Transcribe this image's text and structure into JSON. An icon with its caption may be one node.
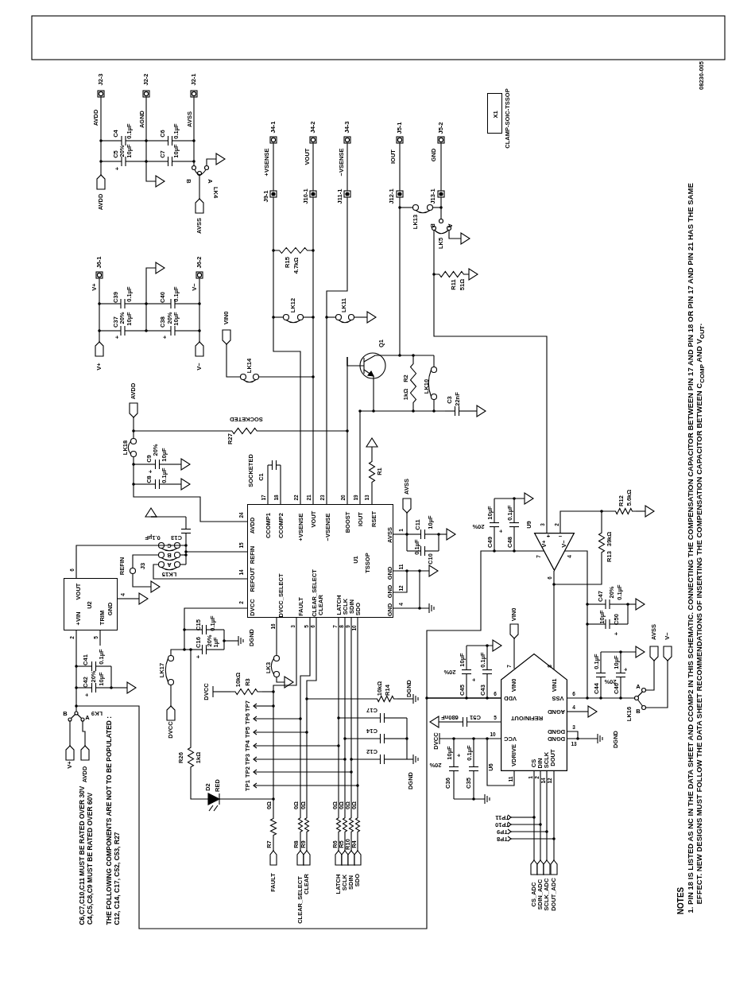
{
  "diagram": {
    "nodes": [
      {
        "text": [
          "AVDD",
          "CCOMP1",
          "CCOMP2",
          "+VSENSE",
          "VOUT",
          "−VSENSE",
          "BOOST",
          "IOUT",
          "RSET",
          "AVSS",
          "REFIN",
          "REFOUT",
          "DVCC",
          "DVCC_SELECT",
          "FAULT",
          "CLEAR_SELECT",
          "CLEAR",
          "LATCH",
          "SCLK",
          "SDIN",
          "SDO",
          "GND",
          "GND",
          "GND",
          "U1",
          "TSSOP"
        ]
      },
      {
        "text": [
          "VOUT",
          "+VIN",
          "U2",
          "TRIM",
          "GND"
        ]
      },
      {
        "text": [
          "V+",
          "V−",
          "+",
          "−"
        ],
        "beside": [
          "U9"
        ]
      },
      {
        "text": [
          "VIN0",
          "VIN1",
          "VDD",
          "REFIN/OUT",
          "VCC",
          "VDRIVE",
          "CS",
          "DIN",
          "SCLK",
          "DOUT",
          "VSS",
          "AGND",
          "DGND",
          "DGND"
        ],
        "beside": [
          "U6"
        ]
      },
      {
        "text": [
          "X1"
        ],
        "beside": [
          "CLAMP-SOIC-TSSOP"
        ]
      }
    ],
    "edges": [
      {
        "from": 2,
        "to": 3,
        "arrow": "none"
      },
      {
        "from": 2,
        "to": 3,
        "arrow": "none"
      },
      {
        "from": 2,
        "to": 3,
        "arrow": "none"
      },
      {
        "from": 1,
        "to": 3,
        "arrow": "none"
      },
      {
        "from": 1,
        "to": 0,
        "arrow": "none"
      }
    ],
    "labels": [
      "08230-005",
      "J2-3",
      "J2-2",
      "J2-1",
      "AVDD",
      "AGND",
      "AVSS",
      "C4",
      "0.1µF",
      "C6",
      "0.1µF",
      "C5",
      "20%",
      "10µF",
      "+",
      "C7",
      "10µF",
      "B",
      "A",
      "LK4",
      "AVDD",
      "AVSS",
      "J4-1",
      "J4-2",
      "J4-3",
      "J5-1",
      "J5-2",
      "+VSENSE",
      "VOUT",
      "−VSENSE",
      "IOUT",
      "GND",
      "J9-1",
      "J10-1",
      "J11-1",
      "J12-1",
      "J13-1",
      "LK13",
      "B",
      "A",
      "LK5",
      "R15",
      "4.7kΩ",
      "R11",
      "51Ω",
      "J6-1",
      "J6-2",
      "V+",
      "V−",
      "C39",
      "0.1µF",
      "C40",
      "0.1µF",
      "C37",
      "20%",
      "10µF",
      "+",
      "C38",
      "20%",
      "10µF",
      "+",
      "V+",
      "V−",
      "LK12",
      "LK11",
      "VIN0",
      "LK14",
      "Q1",
      "R2",
      "1kΩ",
      "LK10",
      "C3",
      "22nF",
      "AVDD",
      "LK18",
      "C9",
      "+",
      "20%",
      "10µF",
      "C8",
      "0.1µF",
      "R27",
      "SOCKETED",
      "SOCKETED",
      "C1",
      "R1",
      "17",
      "18",
      "22",
      "21",
      "23",
      "20",
      "19",
      "13",
      "24",
      "15",
      "14",
      "2",
      "16",
      "3",
      "5",
      "6",
      "7",
      "8",
      "9",
      "10",
      "1",
      "11",
      "12",
      "4",
      "AVSS",
      "C11",
      "10µF",
      "0.1µF",
      "C10",
      "6",
      "4",
      "2",
      "5",
      "REFIN",
      "J3",
      "C",
      "B",
      "A",
      "LK15",
      "C13",
      "0.1µF",
      "LK17",
      "C15",
      "0.1µF",
      "C16",
      "20%",
      "1µF",
      "+",
      "DGND",
      "LK3",
      "C41",
      "0.1µF",
      "C42",
      "20%",
      "10µF",
      "+",
      "10kΩ",
      "R3",
      "DVCC",
      "10kΩ",
      "R14",
      "DGND",
      "B",
      "A",
      "LK9",
      "V+",
      "AVDD",
      "C6,C7,C10,C11 MUST BE RATED OVER 30V",
      "C4,C5,C8,C9 MUST BE RATED OVER 60V",
      "THE FOLLOWING COMPONENTS ARE NOT TO BE POPULATED :",
      "C12, C14, C17, C52, C53, R27",
      "DVCC",
      "R26",
      "1kΩ",
      "D2",
      "RED",
      "TP7",
      "TP6",
      "TP5",
      "TP4",
      "TP3",
      "TP2",
      "TP1",
      "0Ω",
      "R7",
      "FAULT",
      "0Ω",
      "0Ω",
      "R8",
      "R9",
      "CLEAR_SELECT",
      "CLEAR",
      "0Ω",
      "0Ω",
      "0Ω",
      "0Ω",
      "R6",
      "R5",
      "R10",
      "R4",
      "LATCH",
      "SCLK",
      "SDIN",
      "SDO",
      "C17",
      "C14",
      "C12",
      "DGND",
      "C45",
      "10µF",
      "20%",
      "+",
      "C43",
      "0.1µF",
      "VIN0",
      "680nF",
      "C51",
      "DVCC",
      "C36",
      "10µF",
      "+",
      "20%",
      "C35",
      "0.1µF",
      "7",
      "8",
      "6",
      "5",
      "10",
      "11",
      "1",
      "2",
      "14",
      "12",
      "6",
      "4",
      "3",
      "13",
      "TP11",
      "TP10",
      "TP9",
      "TP8",
      "CS_ADC",
      "SDIN_ADC",
      "SCLK_ADC",
      "DOUT_ADC",
      "DGND",
      "LK16",
      "B",
      "A",
      "C44",
      "20%",
      "0.1µF",
      "C46",
      "10µF",
      "+",
      "AVSS",
      "V−",
      "3",
      "2",
      "7",
      "4",
      "6",
      "C49",
      "10µF",
      "20%",
      "+",
      "C48",
      "0.1µF",
      "R12",
      "5.6kΩ",
      "R13",
      "39kΩ",
      "C47",
      "20%",
      "0.1µF",
      "10µF",
      "C50",
      "+",
      "NOTES",
      "1. PIN 18 IS LISTED AS NC IN THE DATA SHEET AND CCOMP2 IN THIS SCHEMATIC. CONNECTING THE COMPENSATION CAPACITOR BETWEEN PIN 17 AND PIN 18 OR PIN 17 AND PIN 21 HAS THE SAME EFFECT. NEW DESIGNS MUST FOLLOW THE DATA SHEET RECOMMENDATIONS OF INSERTING THE COMPENSATION CAPACITOR BETWEEN C$_{COMP}$ AND V$_{OUT}$."
    ]
  }
}
